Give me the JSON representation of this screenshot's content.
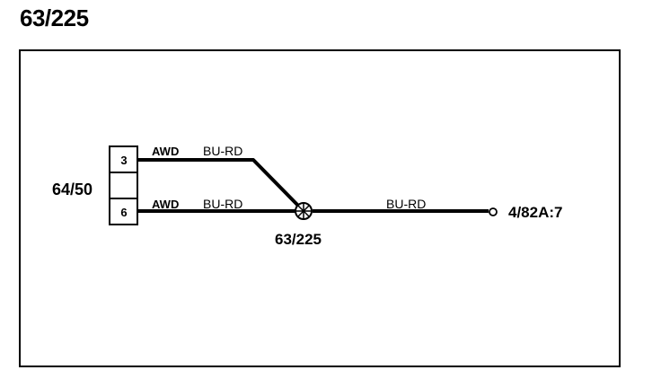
{
  "page": {
    "title": "63/225"
  },
  "connector": {
    "id": "64/50",
    "pins": [
      {
        "number": "3"
      },
      {
        "number": ""
      },
      {
        "number": "6"
      }
    ]
  },
  "wires": [
    {
      "from_pin": "3",
      "system": "AWD",
      "color_code": "BU-RD"
    },
    {
      "from_pin": "6",
      "system": "AWD",
      "color_code": "BU-RD"
    },
    {
      "from_splice": "63/225",
      "color_code": "BU-RD"
    }
  ],
  "splice": {
    "id": "63/225"
  },
  "terminal": {
    "label": "4/82A:7"
  },
  "colors": {
    "line": "#000000",
    "background": "#ffffff"
  }
}
